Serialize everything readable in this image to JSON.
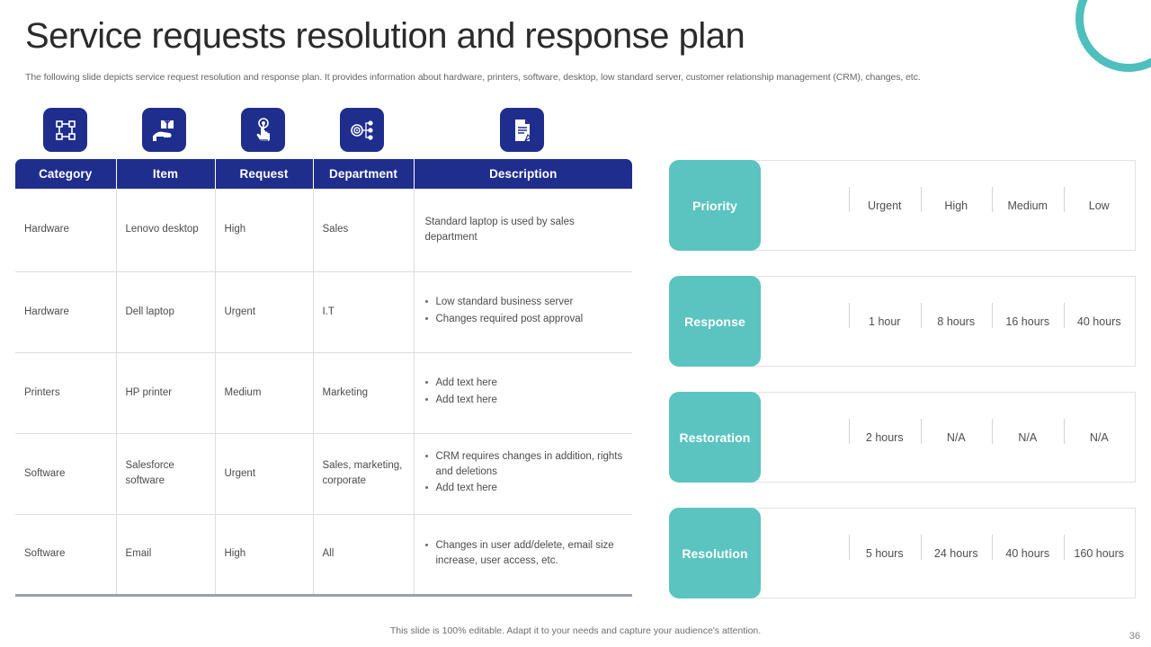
{
  "header": {
    "title": "Service requests resolution and response plan",
    "subtitle": "The following slide depicts service request resolution and response plan. It provides information about hardware, printers, software, desktop, low standard server, customer relationship management (CRM), changes, etc."
  },
  "colors": {
    "navy": "#1F2E8C",
    "teal": "#5BC4C0",
    "arc_teal": "#4EBFBD",
    "text": "#4b4b4b"
  },
  "icons": [
    {
      "name": "resize-frame-icon"
    },
    {
      "name": "hand-holding-package-icon"
    },
    {
      "name": "click-tap-hand-icon"
    },
    {
      "name": "network-nodes-icon"
    },
    {
      "name": "document-edit-icon"
    }
  ],
  "table": {
    "headers": [
      "Category",
      "Item",
      "Request",
      "Department",
      "Description"
    ],
    "rows": [
      {
        "category": "Hardware",
        "item": "Lenovo desktop",
        "request": "High",
        "department": "Sales",
        "description_type": "plain",
        "description": [
          "Standard laptop is used by sales department"
        ]
      },
      {
        "category": "Hardware",
        "item": "Dell laptop",
        "request": "Urgent",
        "department": "I.T",
        "description_type": "bullets",
        "description": [
          "Low standard business server",
          "Changes required post approval"
        ]
      },
      {
        "category": "Printers",
        "item": "HP printer",
        "request": "Medium",
        "department": "Marketing",
        "description_type": "bullets",
        "description": [
          "Add text here",
          "Add text here"
        ]
      },
      {
        "category": "Software",
        "item": "Salesforce software",
        "request": "Urgent",
        "department": "Sales, marketing, corporate",
        "description_type": "bullets",
        "description": [
          "CRM requires changes in addition, rights and deletions",
          "Add text here"
        ]
      },
      {
        "category": "Software",
        "item": "Email",
        "request": "High",
        "department": "All",
        "description_type": "bullets",
        "description": [
          "Changes in user add/delete, email size increase, user access, etc."
        ]
      }
    ]
  },
  "sla": {
    "cards": [
      {
        "label": "Priority",
        "values": [
          "Urgent",
          "High",
          "Medium",
          "Low"
        ]
      },
      {
        "label": "Response",
        "values": [
          "1 hour",
          "8 hours",
          "16 hours",
          "40 hours"
        ]
      },
      {
        "label": "Restoration",
        "values": [
          "2 hours",
          "N/A",
          "N/A",
          "N/A"
        ]
      },
      {
        "label": "Resolution",
        "values": [
          "5 hours",
          "24 hours",
          "40 hours",
          "160 hours"
        ]
      }
    ]
  },
  "footer": {
    "note": "This slide is 100% editable. Adapt it to your needs and capture your audience's attention.",
    "page_number": "36"
  }
}
